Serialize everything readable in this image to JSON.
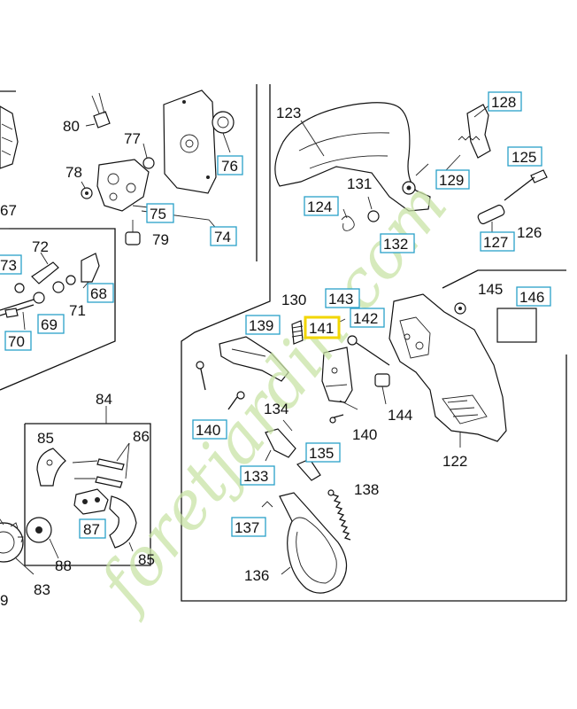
{
  "diagram": {
    "highlighted_part": "141",
    "highlight_color": "#f2d600",
    "box_color": "#2aa0c8",
    "watermark": "foretjardin.com",
    "watermark_color": "#c9e3a6",
    "labels": {
      "p80": "80",
      "p77": "77",
      "p78": "78",
      "p75": "75",
      "p76": "76",
      "p74": "74",
      "p79": "79",
      "p67": "67",
      "p72": "72",
      "p73": "73",
      "p68": "68",
      "p69": "69",
      "p71": "71",
      "p70": "70",
      "p123": "123",
      "p128": "128",
      "p125": "125",
      "p129": "129",
      "p131": "131",
      "p124": "124",
      "p132": "132",
      "p127": "127",
      "p126": "126",
      "p130": "130",
      "p143": "143",
      "p141": "141",
      "p142": "142",
      "p145": "145",
      "p146": "146",
      "p139": "139",
      "p140a": "140",
      "p140b": "140",
      "p134": "134",
      "p144": "144",
      "p122": "122",
      "p133": "133",
      "p135": "135",
      "p138": "138",
      "p137": "137",
      "p136": "136",
      "p84": "84",
      "p85a": "85",
      "p86": "86",
      "p87": "87",
      "p85b": "85",
      "p88": "88",
      "p83": "83",
      "p9": "9"
    }
  }
}
